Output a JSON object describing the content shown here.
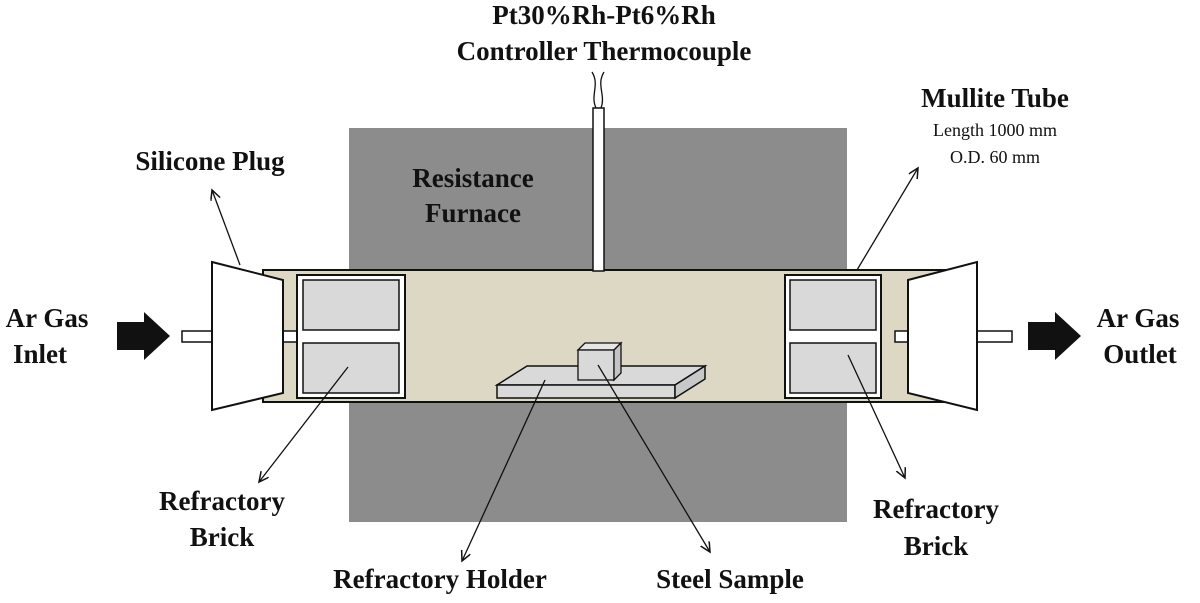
{
  "diagram": {
    "thermocouple": {
      "line1": "Pt30%Rh-Pt6%Rh",
      "line2": "Controller Thermocouple"
    },
    "furnace": {
      "line1": "Resistance",
      "line2": "Furnace"
    },
    "silicone_plug": "Silicone Plug",
    "mullite_tube": {
      "title": "Mullite Tube",
      "length": "Length 1000 mm",
      "od": "O.D. 60 mm"
    },
    "gas_inlet": {
      "line1": "Ar Gas",
      "line2": "Inlet"
    },
    "gas_outlet": {
      "line1": "Ar Gas",
      "line2": "Outlet"
    },
    "brick_left": {
      "line1": "Refractory",
      "line2": "Brick"
    },
    "brick_right": {
      "line1": "Refractory",
      "line2": "Brick"
    },
    "holder": "Refractory Holder",
    "sample": "Steel Sample"
  },
  "colors": {
    "furnace": "#8c8c8c",
    "tube": "#ddd8c4",
    "brick": "#d9d9d9",
    "plug": "#ffffff",
    "outline": "#111111"
  }
}
